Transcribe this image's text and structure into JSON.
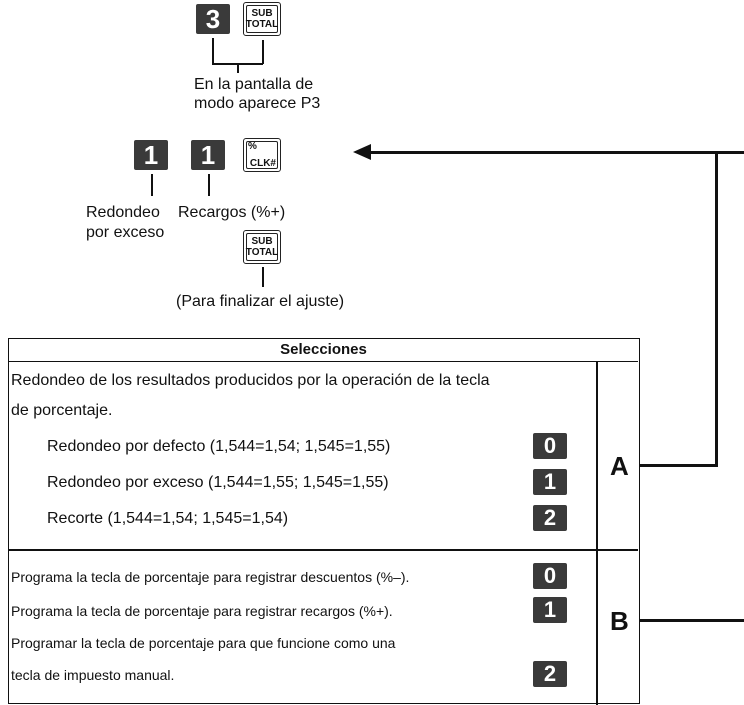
{
  "step1": {
    "key_number": "3",
    "subtotal_key": [
      "SUB",
      "TOTAL"
    ],
    "caption": [
      "En la pantalla de",
      "modo aparece P3"
    ]
  },
  "step2": {
    "keys": [
      "1",
      "1"
    ],
    "percent_key": [
      "%",
      "CLK#"
    ],
    "label_round_up": [
      "Redondeo",
      "por exceso"
    ],
    "label_surcharge": "Recargos (%+)",
    "subtotal_key": [
      "SUB",
      "TOTAL"
    ],
    "finish_caption": "(Para finalizar el ajuste)"
  },
  "table": {
    "header": "Selecciones",
    "sectionA": {
      "intro": [
        "Redondeo de los resultados producidos por la operación de la tecla",
        "de porcentaje."
      ],
      "options": [
        {
          "label": "Redondeo por defecto (1,544=1,54; 1,545=1,55)",
          "key": "0"
        },
        {
          "label": "Redondeo por exceso (1,544=1,55; 1,545=1,55)",
          "key": "1"
        },
        {
          "label": "Recorte (1,544=1,54; 1,545=1,54)",
          "key": "2"
        }
      ],
      "letter": "A"
    },
    "sectionB": {
      "options": [
        {
          "label": "Programa la tecla de porcentaje para registrar descuentos (%–).",
          "key": "0"
        },
        {
          "label": "Programa la tecla de porcentaje para registrar recargos (%+).",
          "key": "1"
        },
        {
          "label": [
            "Programar la tecla de porcentaje para que funcione como una",
            "tecla de impuesto manual."
          ],
          "key": "2"
        }
      ],
      "letter": "B"
    }
  }
}
